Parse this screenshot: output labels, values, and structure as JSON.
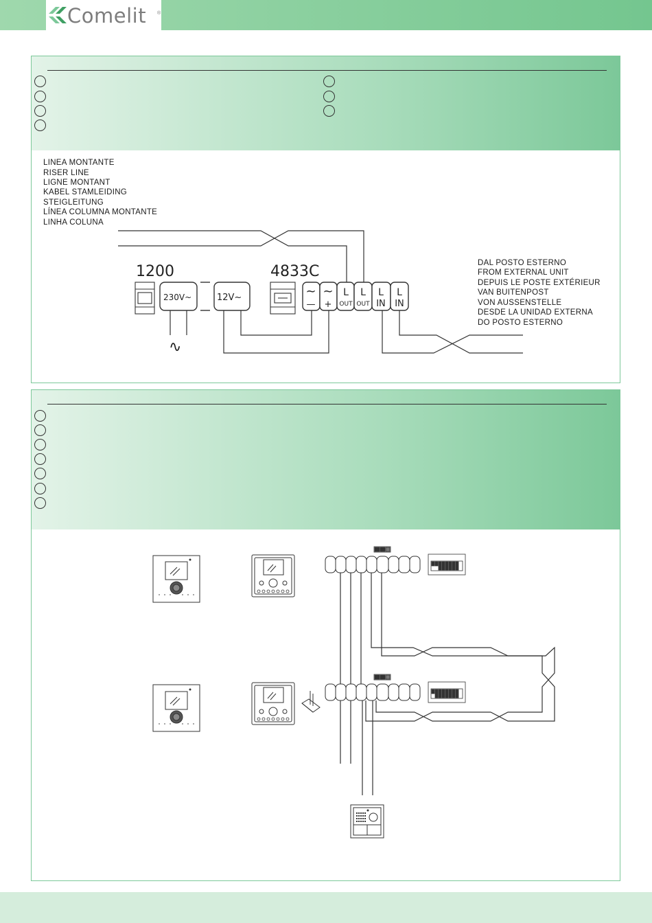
{
  "header": {
    "logo_text": "Comelit",
    "logo_mark": "®",
    "accent_color": "#74c68f"
  },
  "riser_labels": [
    "LINEA MONTANTE",
    "RISER LINE",
    "LIGNE MONTANT",
    "KABEL STAMLEIDING",
    "STEIGLEITUNG",
    "LÍNEA COLUMNA MONTANTE",
    "LINHA COLUNA"
  ],
  "external_unit_labels": [
    "DAL POSTO ESTERNO",
    "FROM EXTERNAL UNIT",
    "DEPUIS LE POSTE EXTÉRIEUR",
    "VAN BUITENPOST",
    "VON AUSSENSTELLE",
    "DESDE LA UNIDAD EXTERNA",
    " DO POSTO ESTERNO"
  ],
  "devices": {
    "power_supply": "1200",
    "distributor": "4833C",
    "input_voltage": "230V~",
    "output_voltage": "12V~"
  },
  "terminals": {
    "ac_top": "~",
    "minus": "—",
    "plus": "+",
    "l": "L",
    "out": "OUT",
    "in": "IN"
  },
  "ac_symbol": "∿"
}
